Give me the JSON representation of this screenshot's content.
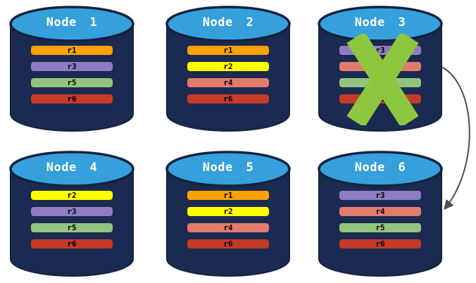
{
  "colors": {
    "background": "#FFFFFF",
    "cylinder_body": "#1B2A50",
    "cylinder_outline": "#14223F",
    "cylinder_top": "#35A0DB",
    "failure_x": "#8DC63F",
    "arrow": "#4D4D4D",
    "node_title_text": "#FFFFFF",
    "replica_label_text": "#000000"
  },
  "replica_colors": {
    "r1": "#F9A200",
    "r2": "#FFFF00",
    "r3": "#8E7CC3",
    "r4": "#E07B6E",
    "r5": "#93C47D",
    "r6": "#C43A26"
  },
  "nodes": [
    {
      "title": "Node 1",
      "replicas": [
        "r1",
        "r3",
        "r5",
        "r6"
      ],
      "failed": false
    },
    {
      "title": "Node 2",
      "replicas": [
        "r1",
        "r2",
        "r4",
        "r6"
      ],
      "failed": false
    },
    {
      "title": "Node 3",
      "replicas": [
        "r3",
        "r4",
        "r5",
        "r6"
      ],
      "failed": true
    },
    {
      "title": "Node 4",
      "replicas": [
        "r2",
        "r3",
        "r5",
        "r6"
      ],
      "failed": false
    },
    {
      "title": "Node 5",
      "replicas": [
        "r1",
        "r2",
        "r4",
        "r6"
      ],
      "failed": false
    },
    {
      "title": "Node 6",
      "replicas": [
        "r3",
        "r4",
        "r5",
        "r6"
      ],
      "failed": false
    }
  ],
  "arrow": {
    "from": "Node 3",
    "to": "Node 6"
  }
}
